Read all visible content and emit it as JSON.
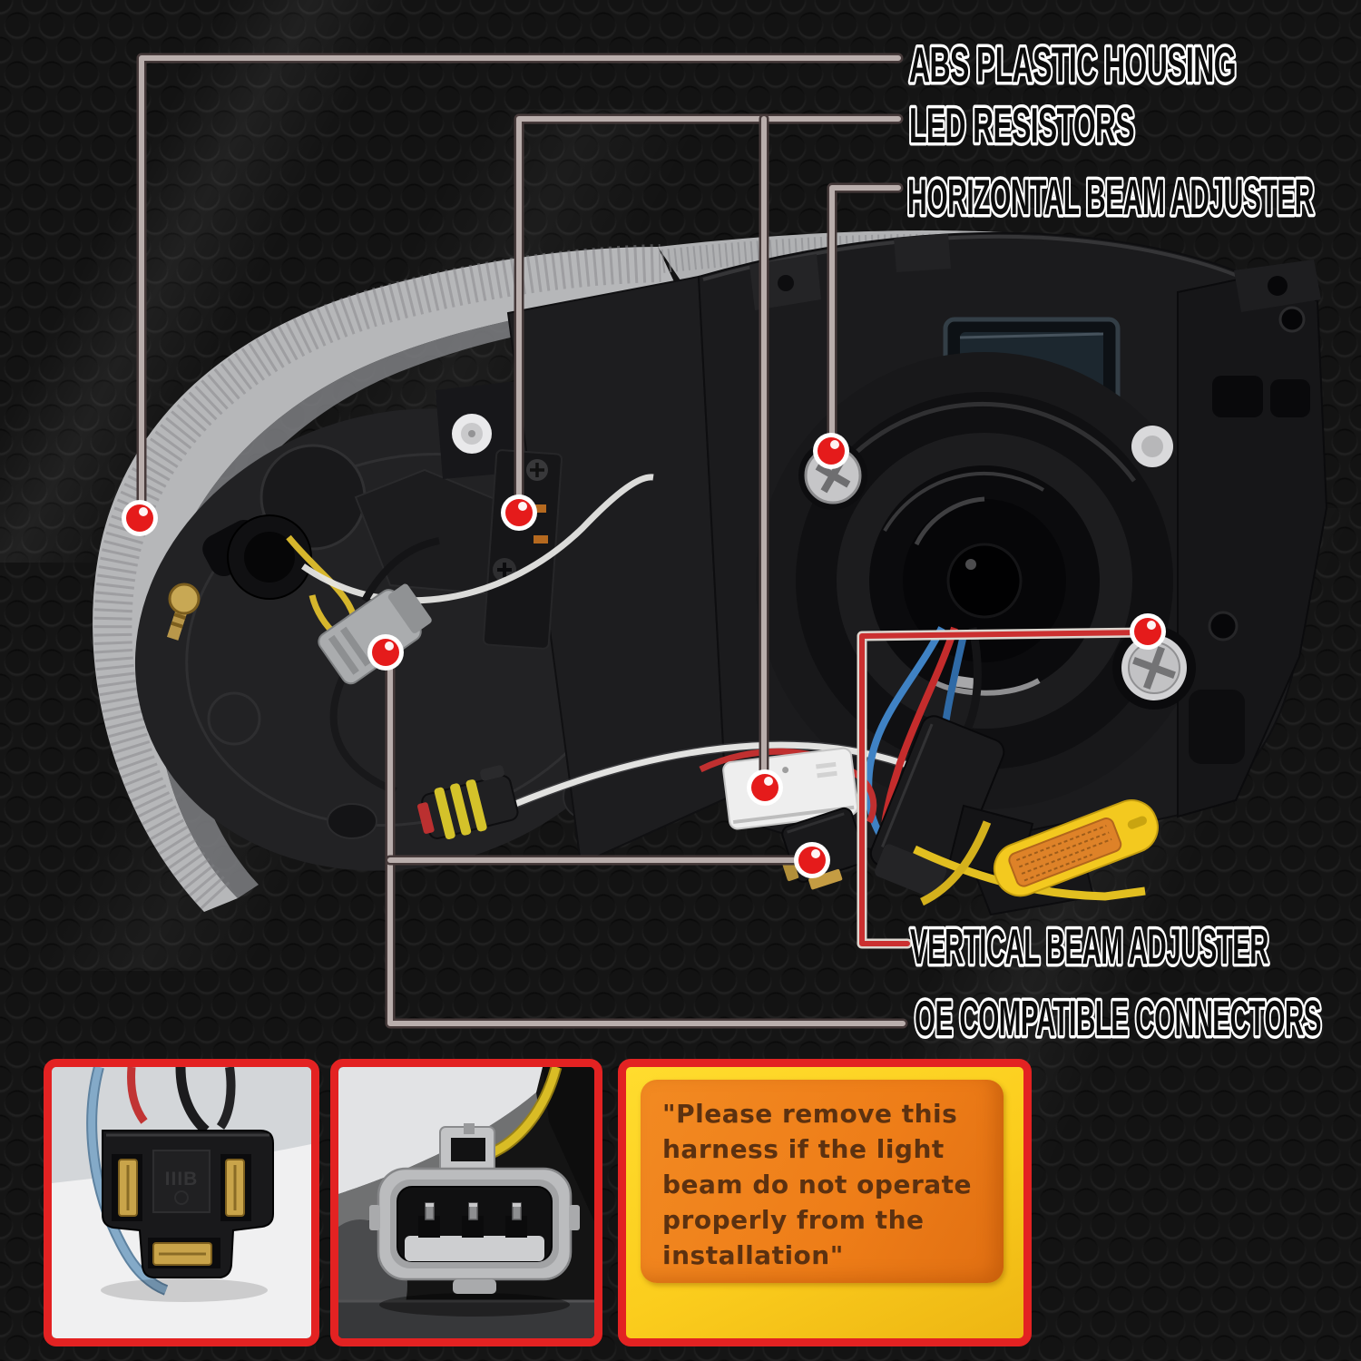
{
  "diagram": {
    "callouts": [
      {
        "label": "ABS PLASTIC HOUSING"
      },
      {
        "label": "LED RESISTORS"
      },
      {
        "label": "HORIZONTAL BEAM ADJUSTER"
      },
      {
        "label": "VERTICAL BEAM ADJUSTER"
      },
      {
        "label": "OE COMPATIBLE CONNECTORS"
      }
    ],
    "marker_color": "#e51b1b",
    "leader_line_color": "#b9aeac",
    "vertical_leader_line_color": "#cb3030"
  },
  "insets": {
    "h4_connector_marking": "IIIB",
    "warning_label": {
      "lines": [
        "\"Please remove this",
        "harness if the light",
        "beam do not operate",
        "properly from the",
        "installation\""
      ],
      "text_color": "#5c3110",
      "sticker_color": "#ee7d18",
      "backing_color": "#ffd21e"
    },
    "border_color": "#e32222"
  }
}
